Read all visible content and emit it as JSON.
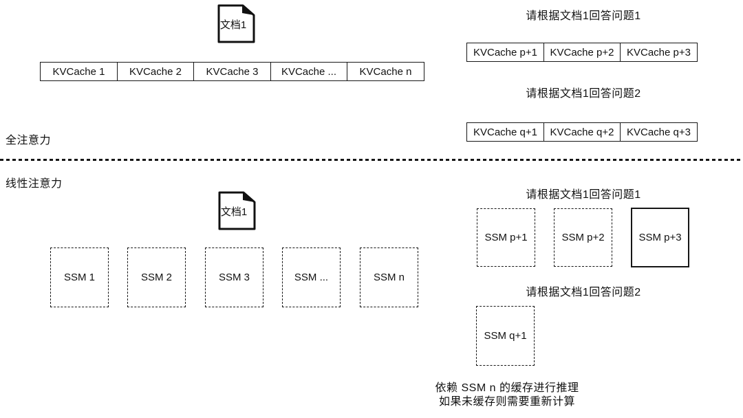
{
  "colors": {
    "ink": "#111111",
    "background": "#ffffff"
  },
  "top": {
    "label": "全注意力",
    "doc_label": "文档1",
    "question1": "请根据文档1回答问题1",
    "question2": "请根据文档1回答问题2",
    "kvcache_cells": [
      "KVCache 1",
      "KVCache 2",
      "KVCache 3",
      "KVCache ...",
      "KVCache n"
    ],
    "kvcache_p_cells": [
      "KVCache p+1",
      "KVCache p+2",
      "KVCache p+3"
    ],
    "kvcache_q_cells": [
      "KVCache q+1",
      "KVCache q+2",
      "KVCache q+3"
    ]
  },
  "bottom": {
    "label": "线性注意力",
    "doc_label": "文档1",
    "question1": "请根据文档1回答问题1",
    "question2": "请根据文档1回答问题2",
    "ssm_cells": [
      "SSM 1",
      "SSM 2",
      "SSM 3",
      "SSM ...",
      "SSM n"
    ],
    "ssm_p_cells": [
      "SSM p+1",
      "SSM p+2",
      "SSM p+3"
    ],
    "ssm_q_cell": "SSM q+1",
    "caption_line1": "依赖 SSM n 的缓存进行推理",
    "caption_line2": "如果未缓存则需要重新计算"
  }
}
